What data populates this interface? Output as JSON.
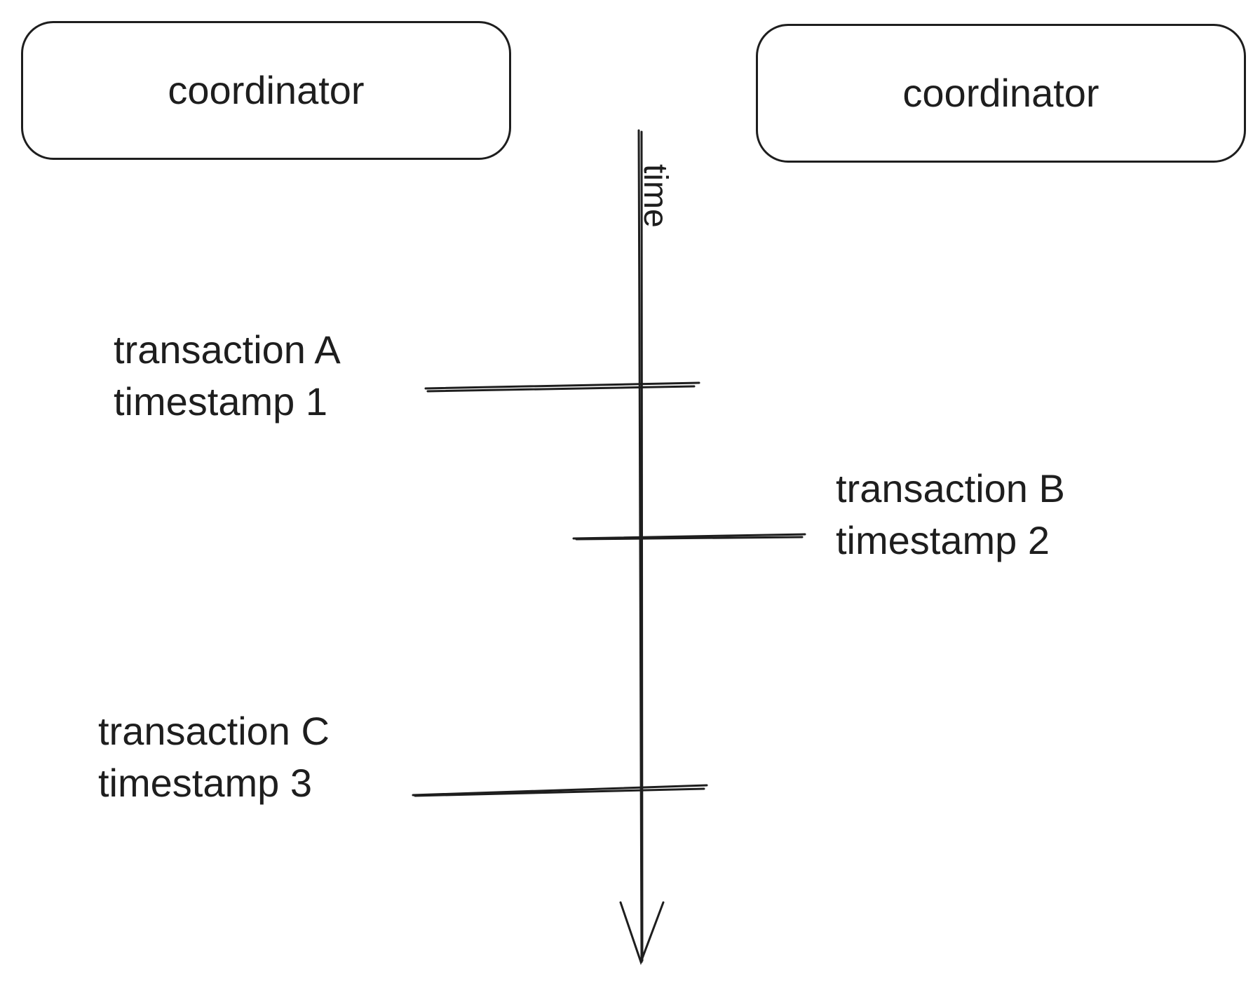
{
  "coordinators": [
    {
      "label": "coordinator"
    },
    {
      "label": "coordinator"
    }
  ],
  "axis": {
    "label": "time"
  },
  "events": [
    {
      "transaction": "transaction A",
      "timestamp": "timestamp 1"
    },
    {
      "transaction": "transaction B",
      "timestamp": "timestamp 2"
    },
    {
      "transaction": "transaction C",
      "timestamp": "timestamp 3"
    }
  ],
  "colors": {
    "stroke": "#1e1e1e",
    "background": "#ffffff"
  }
}
